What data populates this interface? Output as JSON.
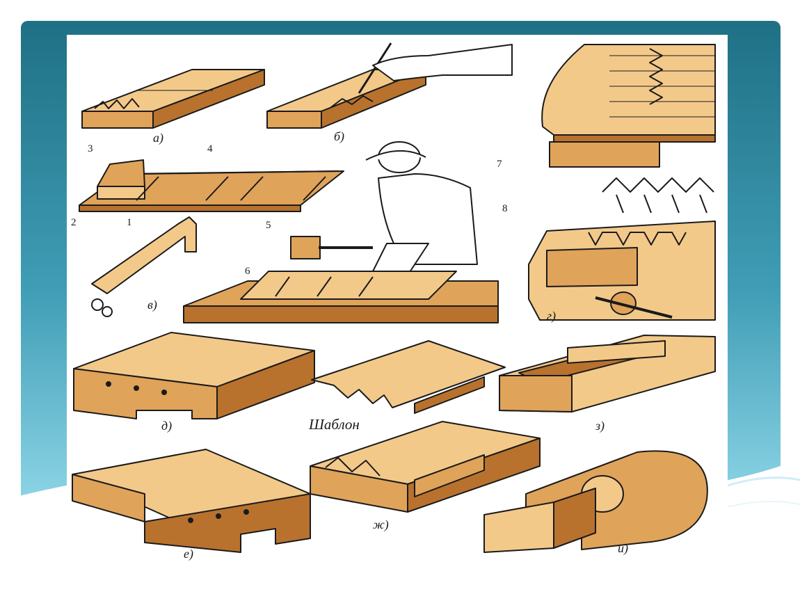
{
  "slide": {
    "colors": {
      "teal_top": "#1f7085",
      "teal_bottom": "#7fcde0",
      "wave": "#dff2f8"
    }
  },
  "figure": {
    "colors": {
      "wood_light": "#f3c98a",
      "wood_mid": "#e0a35a",
      "wood_dark": "#b8722e",
      "ink": "#1a1a1a"
    },
    "panel_labels": [
      "а)",
      "б)",
      "в)",
      "г)",
      "д)",
      "ж)",
      "з)",
      "е)",
      "и)"
    ],
    "part_numbers": [
      "1",
      "2",
      "3",
      "4",
      "5",
      "6",
      "7",
      "8"
    ],
    "template_caption": "Шаблон",
    "icons": [
      "worker-figure-icon",
      "mallet-icon",
      "hand-with-pencil-icon",
      "clamp-icon",
      "vise-screw-icon",
      "log-icon"
    ]
  }
}
